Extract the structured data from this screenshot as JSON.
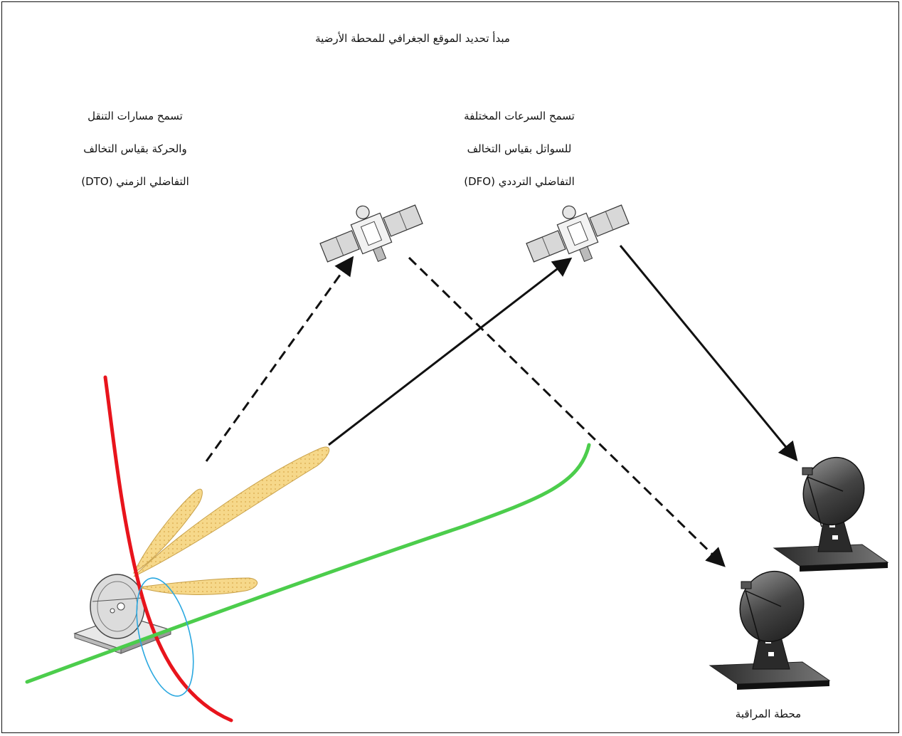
{
  "title": "مبدأ تحديد الموقع الجغرافي للمحطة الأرضية",
  "left_caption": {
    "lines": [
      "تسمح مسارات التنقل",
      "والحركة بقياس التخالف",
      "التفاضلي الزمني (DTO)"
    ]
  },
  "right_caption": {
    "lines": [
      "تسمح السرعات المختلفة",
      "للسواتل بقياس التخالف",
      "التفاضلي الترددي (DFO)"
    ]
  },
  "monitor_label": "محطة المراقبة",
  "colors": {
    "dto_curve": "#e8141c",
    "dfo_curve": "#4ccd4c",
    "ellipse": "#2aa8e0",
    "beam_fill": "#f6d88a",
    "arrow": "#111111"
  },
  "icons": [
    "satellite-icon",
    "dish-antenna-icon"
  ]
}
